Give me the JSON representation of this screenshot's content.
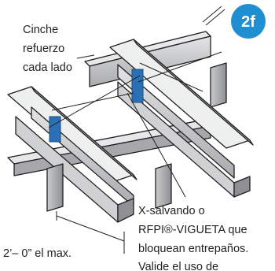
{
  "badge": {
    "text": "2f",
    "color": "#1f8fd1"
  },
  "labels": {
    "strap_line1": "Cinche",
    "strap_line2": "refuerzo",
    "strap_line3": "cada lado",
    "bridging_line1": "X-salvando o",
    "bridging_line2": "RFPI®-VIGUETA que",
    "bridging_line3": "bloquean entrepaños.",
    "bridging_line4": "Valide el uso de",
    "spacing": "2’– 0” el max."
  },
  "colors": {
    "steel_light": "#d9dadb",
    "steel_mid": "#b3b5b7",
    "steel_dark": "#8e9093",
    "strap_blue": "#2b6fb4"
  }
}
